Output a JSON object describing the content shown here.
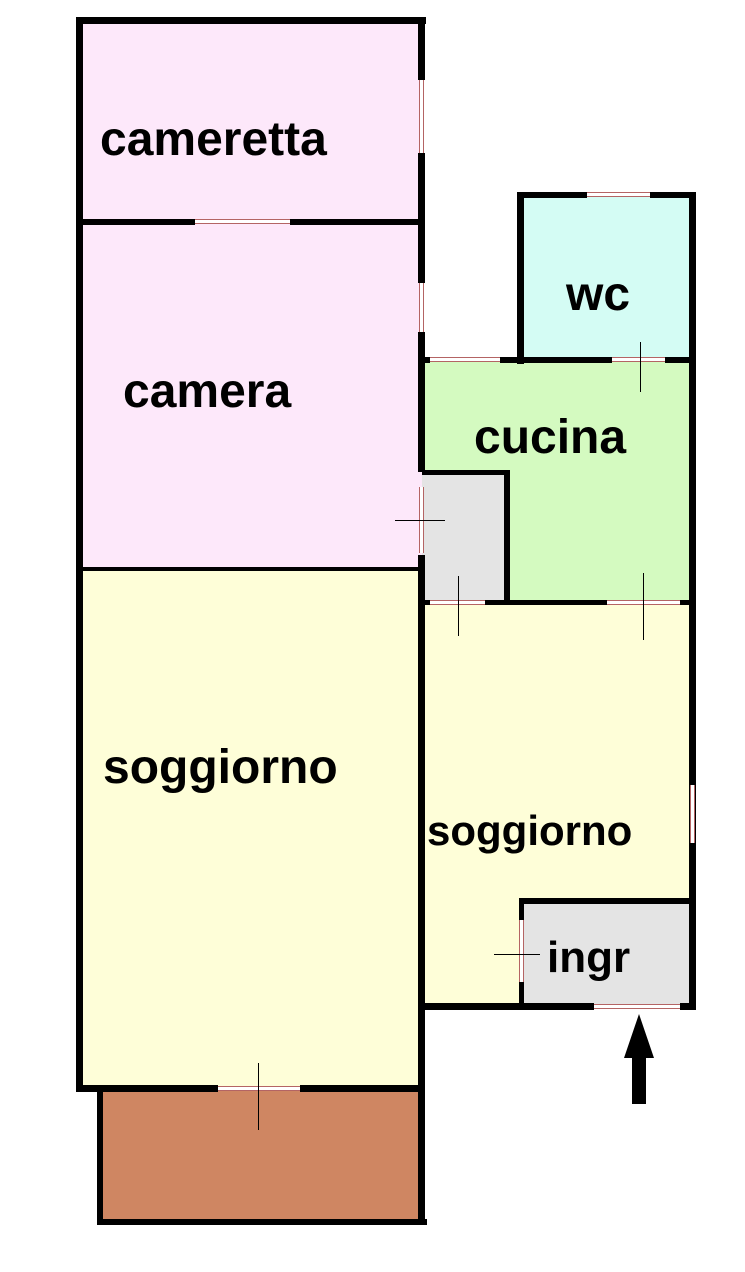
{
  "plan": {
    "rooms": [
      {
        "id": "cameretta",
        "label": "cameretta",
        "color": "#fde8fa"
      },
      {
        "id": "camera",
        "label": "camera",
        "color": "#fde8fa"
      },
      {
        "id": "soggiorno-left",
        "label": "soggiorno",
        "color": "#fefed8"
      },
      {
        "id": "wc",
        "label": "wc",
        "color": "#d4fcf4"
      },
      {
        "id": "cucina",
        "label": "cucina",
        "color": "#d4fac0"
      },
      {
        "id": "ripostiglio",
        "label": "",
        "color": "#e4e4e4"
      },
      {
        "id": "soggiorno-right",
        "label": "soggiorno",
        "color": "#fefed8"
      },
      {
        "id": "ingr",
        "label": "ingr",
        "color": "#e4e4e4"
      },
      {
        "id": "balcone",
        "label": "",
        "color": "#cf8662"
      }
    ],
    "entrance_arrow": "arrow-up-icon"
  }
}
